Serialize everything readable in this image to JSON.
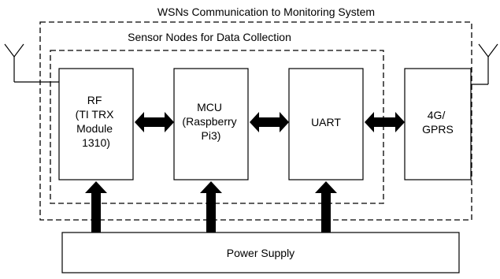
{
  "diagram": {
    "outer_title": "WSNs Communication to Monitoring System",
    "inner_title": "Sensor Nodes for Data Collection",
    "blocks": {
      "rf": [
        "RF",
        "(TI TRX",
        "Module",
        "1310)"
      ],
      "mcu": [
        "MCU",
        "(Raspberry",
        "Pi3)"
      ],
      "uart": [
        "UART"
      ],
      "gprs": [
        "4G/",
        "GPRS"
      ]
    },
    "power_supply": "Power Supply"
  },
  "colors": {
    "line": "#000000",
    "background": "#ffffff"
  }
}
